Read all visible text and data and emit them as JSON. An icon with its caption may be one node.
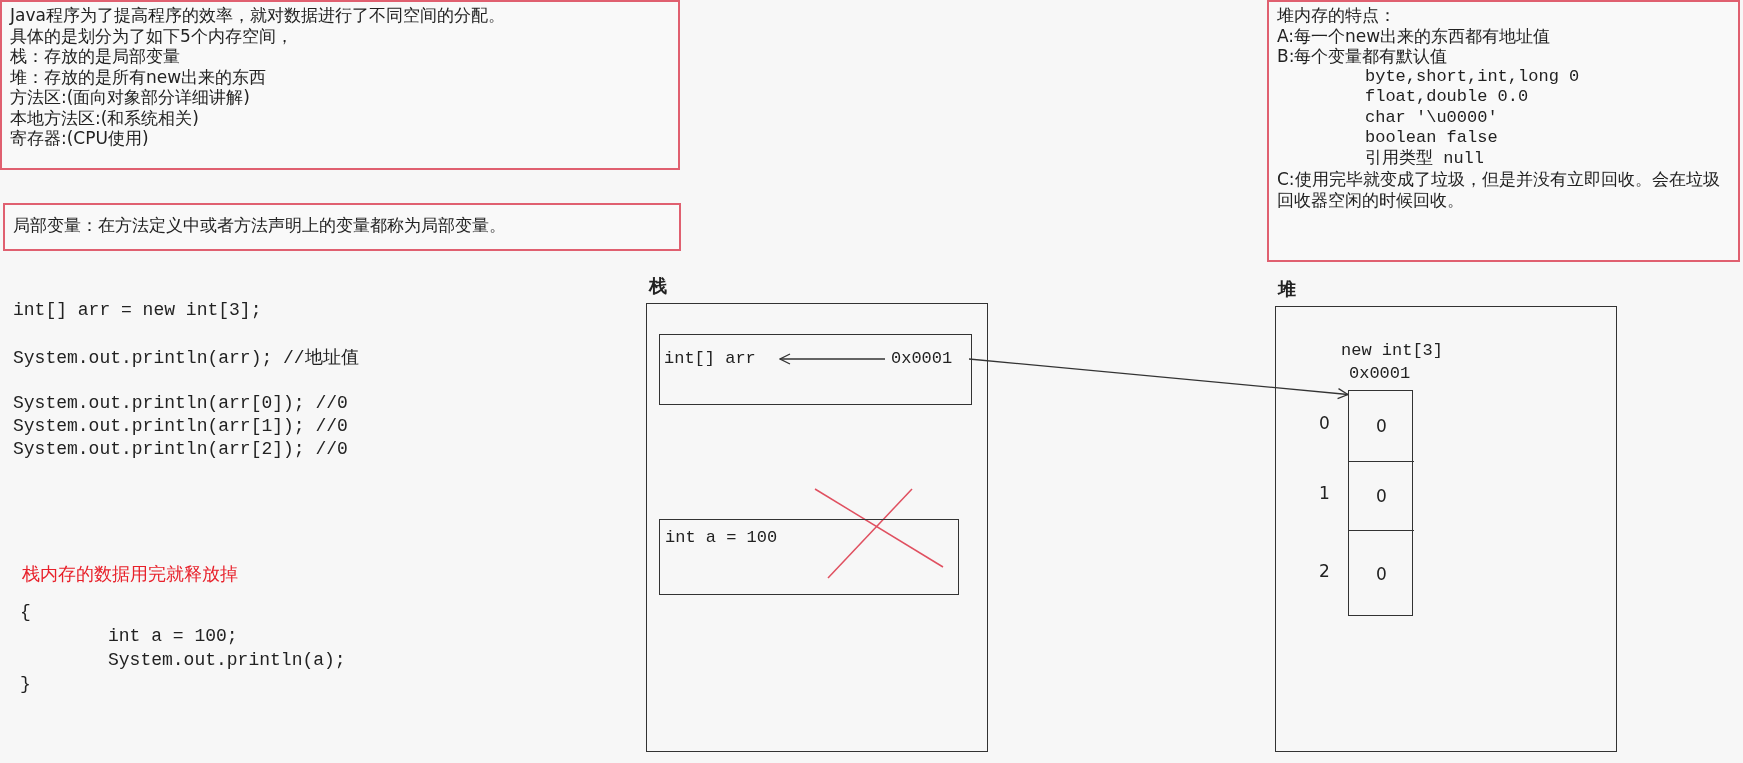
{
  "diagram": {
    "nodes": [
      {
        "text": [
          "Java程序为了提高程序的效率，就对数据进行了不同空间的分配。",
          "具体的是划分为了如下5个内存空间，",
          "栈：存放的是局部变量",
          "堆：存放的是所有new出来的东西",
          "方法区:(面向对象部分详细讲解)",
          "本地方法区:(和系统相关)",
          "寄存器:(CPU使用)"
        ]
      },
      {
        "text": [
          "局部变量：在方法定义中或者方法声明上的变量都称为局部变量。"
        ]
      },
      {
        "text": [
          "堆内存的特点：",
          "A:每一个new出来的东西都有地址值",
          "B:每个变量都有默认值",
          "byte,short,int,long 0",
          "float,double 0.0",
          "char '\\u0000'",
          "boolean false",
          "引用类型 null",
          "C:使用完毕就变成了垃圾，但是并没有立即回收。会在垃圾回收器空闲的时候回收。"
        ]
      },
      {
        "text": [
          "栈"
        ]
      },
      {
        "text": [],
        "shape": "box",
        "in": 3
      },
      {
        "text": [
          "int[] arr"
        ],
        "in": 4
      },
      {
        "text": [
          "0x0001"
        ],
        "in": 4
      },
      {
        "text": [
          "int a = 100"
        ],
        "in": 3
      },
      {
        "text": [
          "堆"
        ]
      },
      {
        "text": [
          "new int[3]",
          "0x0001"
        ],
        "in": 8
      },
      {
        "text": [
          "0"
        ],
        "in": 9,
        "beside": [
          "0"
        ]
      },
      {
        "text": [
          "0"
        ],
        "in": 9,
        "beside": [
          "1"
        ]
      },
      {
        "text": [
          "0"
        ],
        "in": 9,
        "beside": [
          "2"
        ]
      }
    ],
    "edges": [
      {
        "from": 6,
        "to": 5,
        "arrow": "to"
      },
      {
        "from": 6,
        "to": 9,
        "arrow": "to"
      }
    ],
    "labels": [
      "int[] arr = new int[3];",
      "System.out.println(arr); //地址值",
      "System.out.println(arr[0]); //0",
      "System.out.println(arr[1]); //0",
      "System.out.println(arr[2]); //0",
      "栈内存的数据用完就释放掉",
      "{",
      "int a = 100;",
      "System.out.println(a);",
      "}"
    ]
  }
}
